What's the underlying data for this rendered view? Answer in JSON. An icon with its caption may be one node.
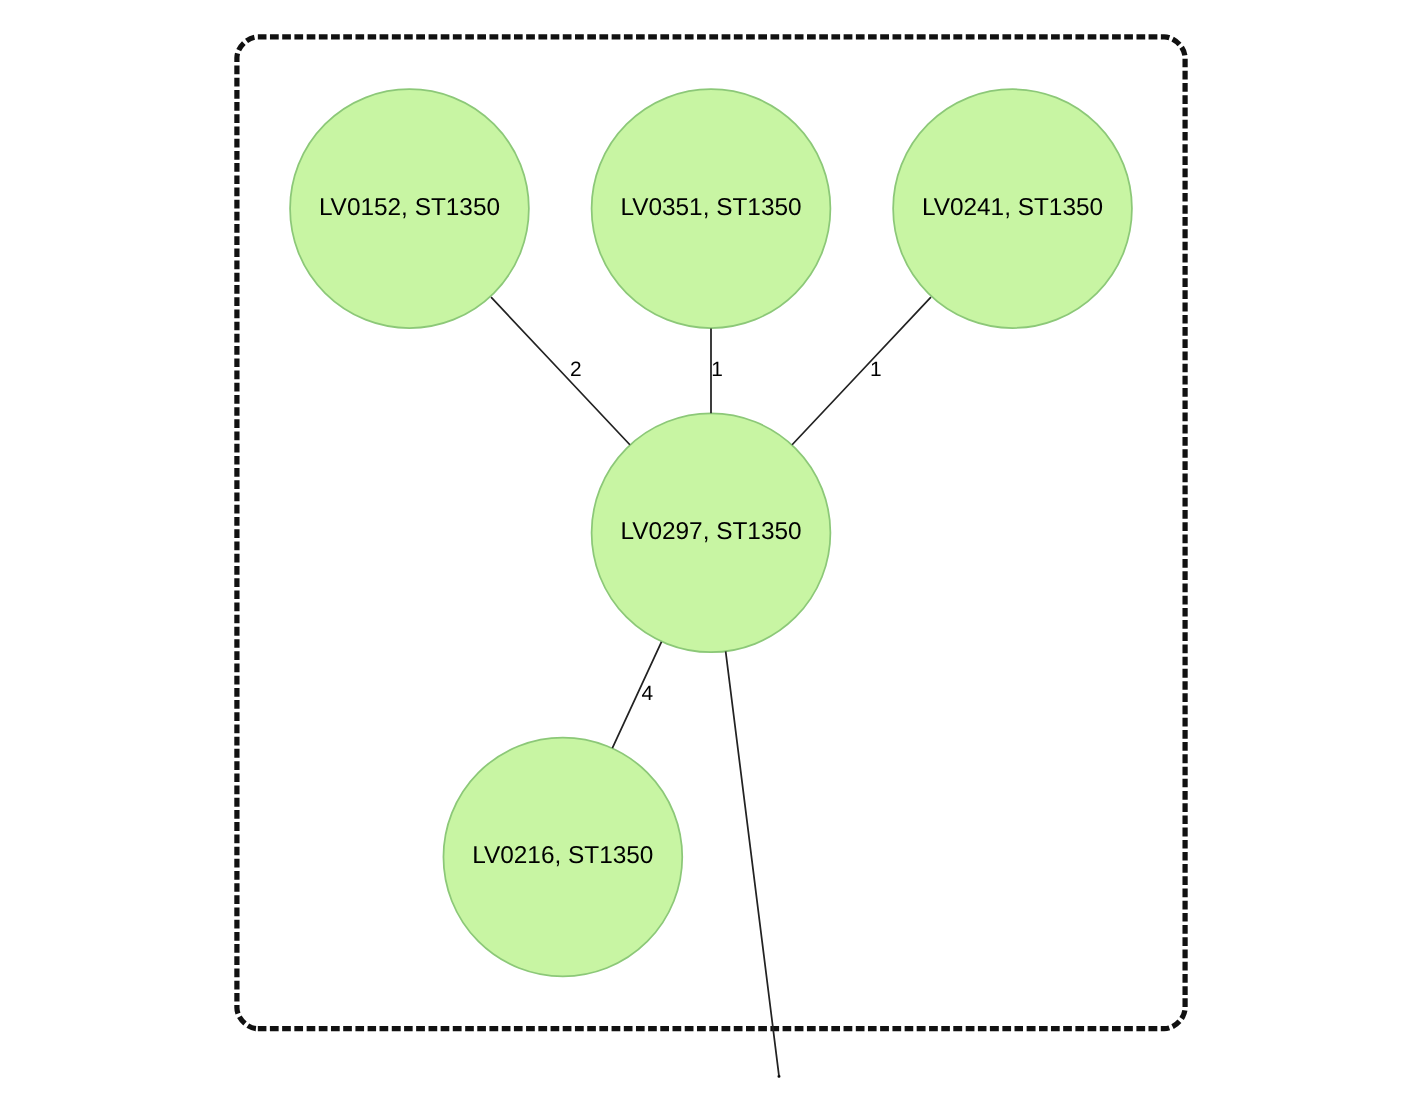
{
  "diagram": {
    "nodes": [
      {
        "text": [],
        "shape": "ellipse"
      },
      {
        "text": [
          "LV0241, ST1350"
        ],
        "in": 0
      },
      {
        "text": [
          "LV0351, ST1350"
        ],
        "in": 0
      },
      {
        "text": [
          "LV0152, ST1350"
        ],
        "in": 0
      },
      {
        "text": [
          "LV0297, ST1350"
        ],
        "in": 0
      },
      {
        "text": [
          "LV0216, ST1350"
        ],
        "in": 0
      }
    ],
    "edges": [
      {
        "from": 2,
        "to": 4,
        "label": "1",
        "arrow": "none"
      },
      {
        "from": 1,
        "to": 4,
        "label": "1",
        "arrow": "none"
      },
      {
        "from": 3,
        "to": 4,
        "label": "2",
        "arrow": "none"
      },
      {
        "from": 4,
        "to": 5,
        "label": "4",
        "arrow": "none"
      },
      {
        "from": 4,
        "to": null,
        "arrow": "none"
      }
    ]
  }
}
